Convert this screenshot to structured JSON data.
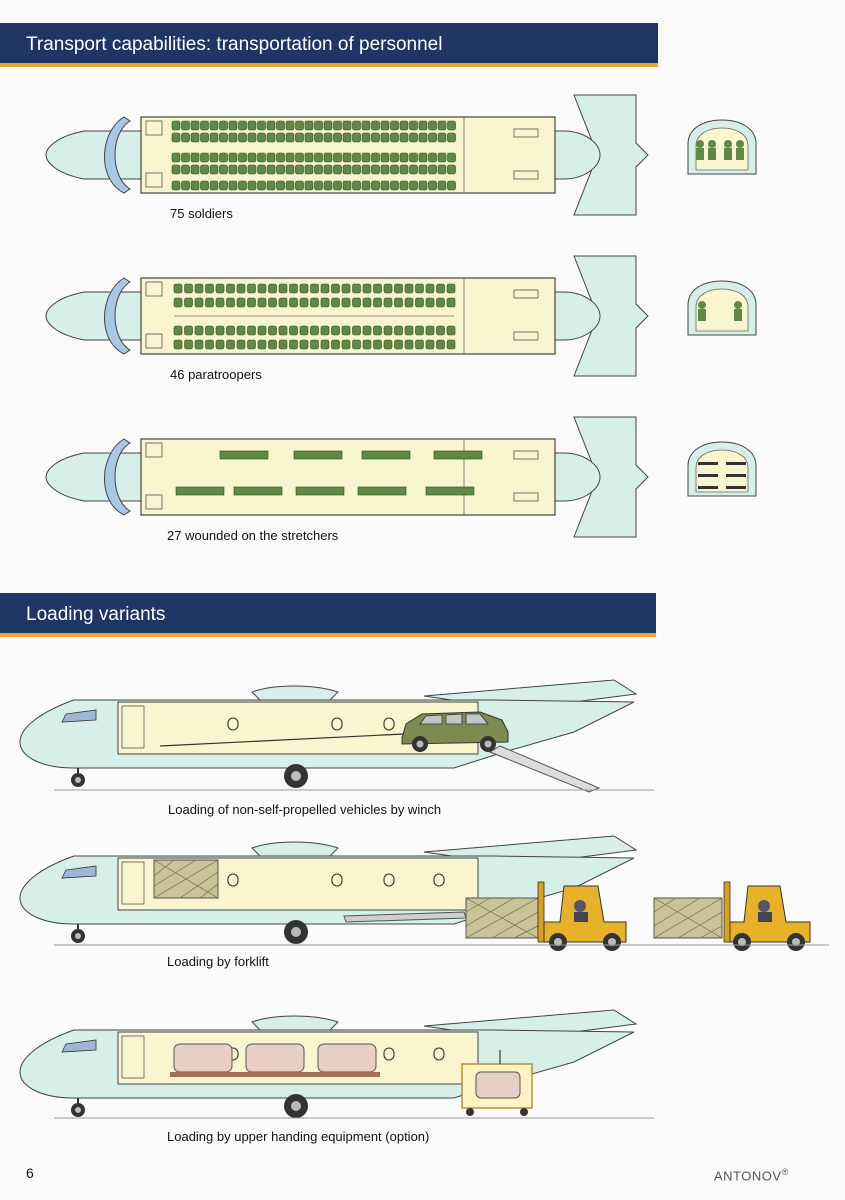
{
  "sections": {
    "personnel_title": "Transport capabilities: transportation of personnel",
    "loading_title": "Loading variants"
  },
  "personnel": {
    "soldiers": "75 soldiers",
    "paratroopers": "46 paratroopers",
    "wounded": "27 wounded on the stretchers"
  },
  "loading": {
    "winch": "Loading of non-self-propelled vehicles by winch",
    "forklift": "Loading by forklift",
    "upper": "Loading by upper handing equipment (option)"
  },
  "footer": {
    "page_number": "6",
    "brand": "ANTONOV",
    "brand_mark": "®"
  },
  "colors": {
    "banner": "#1e3566",
    "banner_rule": "#f2a531",
    "fuselage": "#d6efe8",
    "cabin": "#f8f5cf",
    "troop_green": "#5f8a45"
  }
}
